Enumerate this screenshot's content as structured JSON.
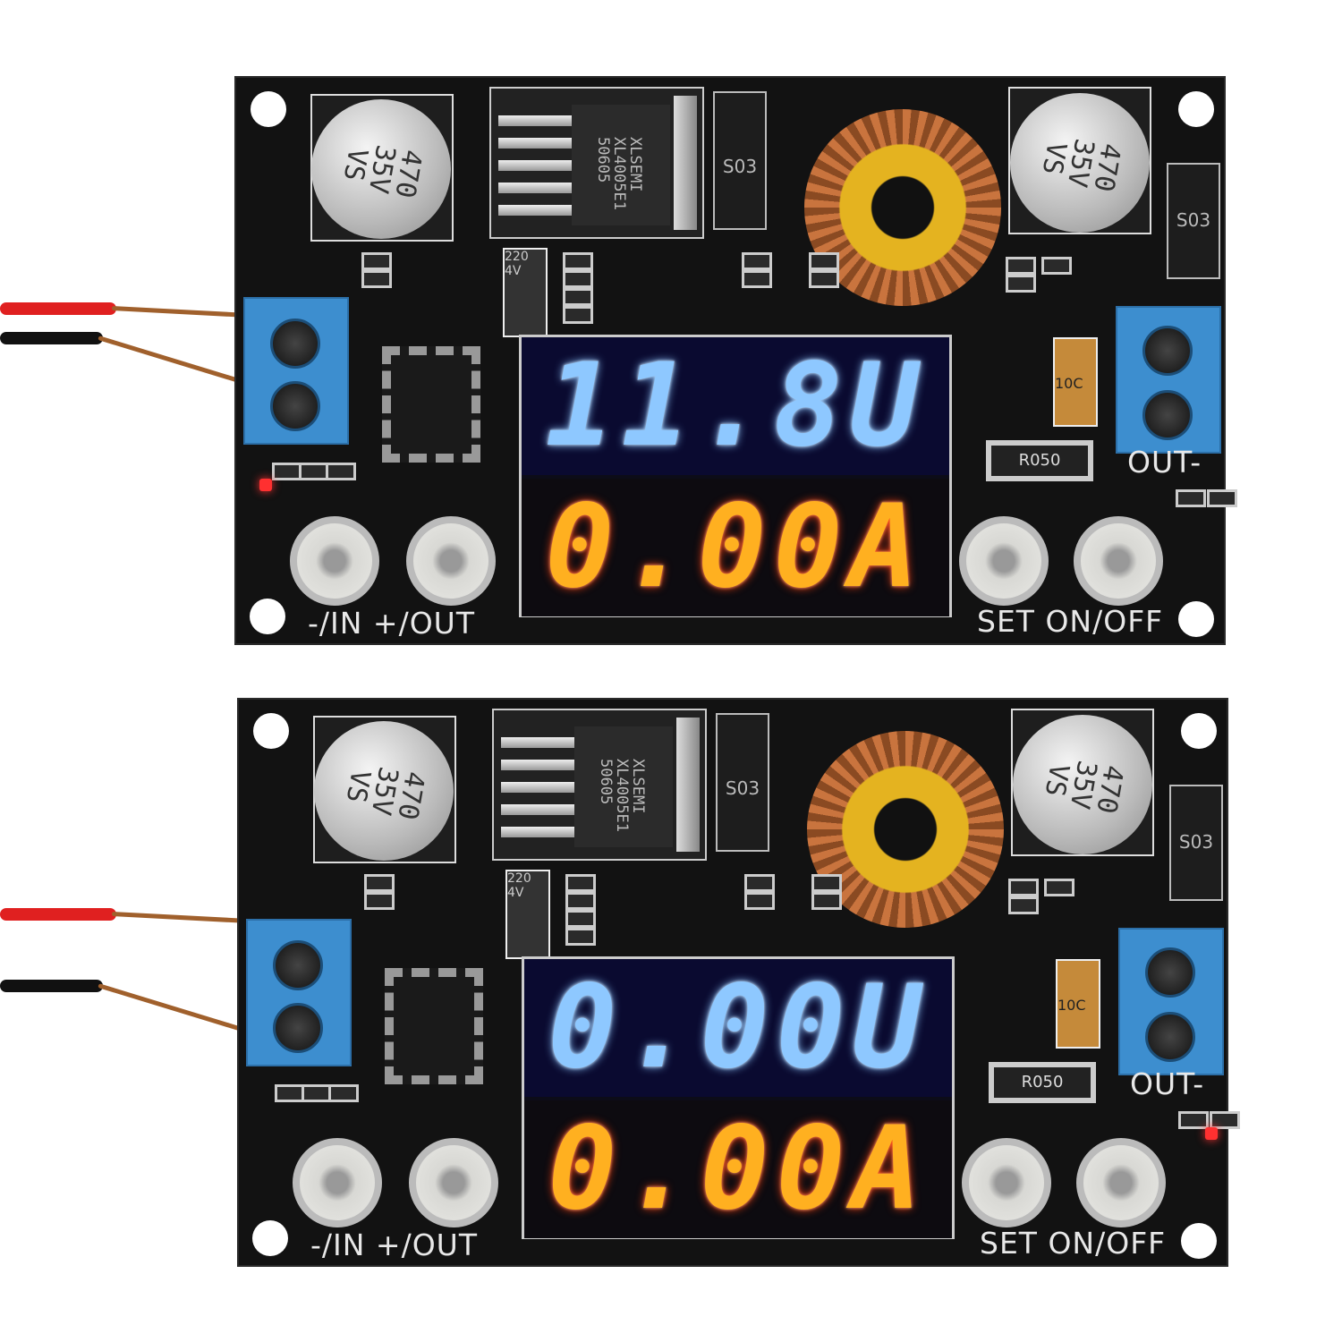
{
  "boards": [
    {
      "display_voltage": "11.8U",
      "display_current": "0.00A",
      "chip_label": "XLSEMI\nXL4005E1\n50605",
      "capacitor_label": "470\n35V\nVS",
      "diode_label": "S03",
      "small_cap_label": "220\n4V",
      "inductor_cap_label": "10C",
      "shunt_label": "R050",
      "label_in_out": "-/IN +/OUT",
      "label_set_onoff": "SET ON/OFF",
      "label_out": "OUT-",
      "status_led": "left-red"
    },
    {
      "display_voltage": "0.00U",
      "display_current": "0.00A",
      "chip_label": "XLSEMI\nXL4005E1\n50605",
      "capacitor_label": "470\n35V\nVS",
      "diode_label": "S03",
      "small_cap_label": "220\n4V",
      "inductor_cap_label": "10C",
      "shunt_label": "R050",
      "label_in_out": "-/IN +/OUT",
      "label_set_onoff": "SET ON/OFF",
      "label_out": "OUT-",
      "status_led": "right-red"
    }
  ],
  "colors": {
    "voltage_on": "#8ec8ff",
    "voltage_off": "#7a6f9a",
    "current_on": "#ffb020",
    "current_off": "#6d5e58",
    "pcb": "#121212",
    "terminal": "#3d8ecf"
  }
}
